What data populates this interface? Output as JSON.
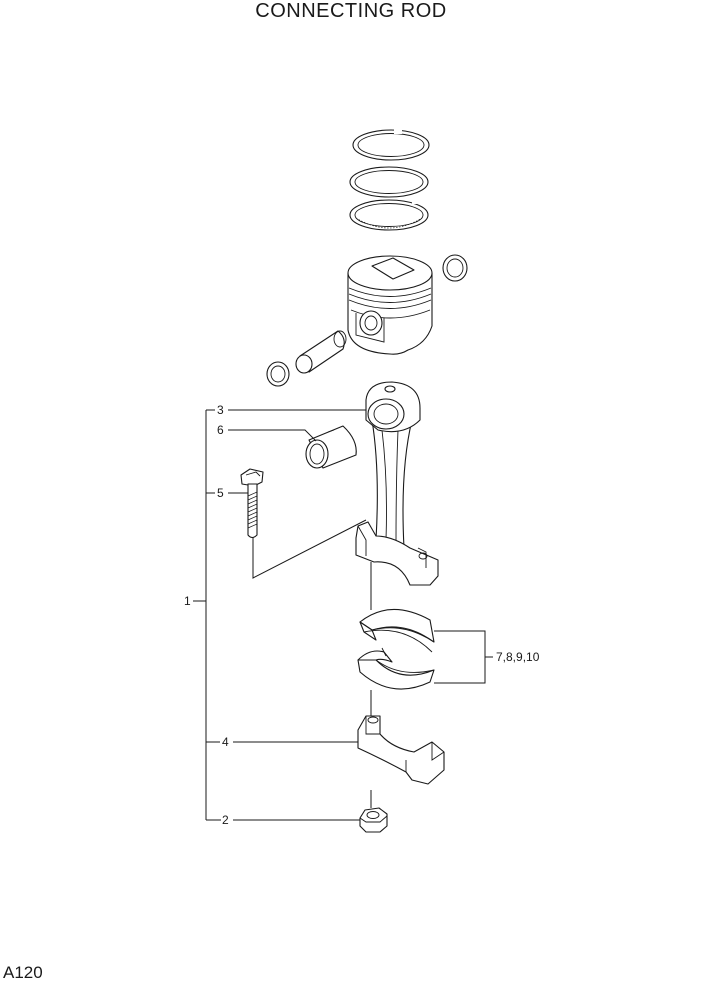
{
  "title": "CONNECTING ROD",
  "page_code": "A120",
  "callouts": {
    "c1": "1",
    "c2": "2",
    "c3": "3",
    "c4": "4",
    "c5": "5",
    "c6": "6",
    "c_bearings": "7,8,9,10"
  }
}
